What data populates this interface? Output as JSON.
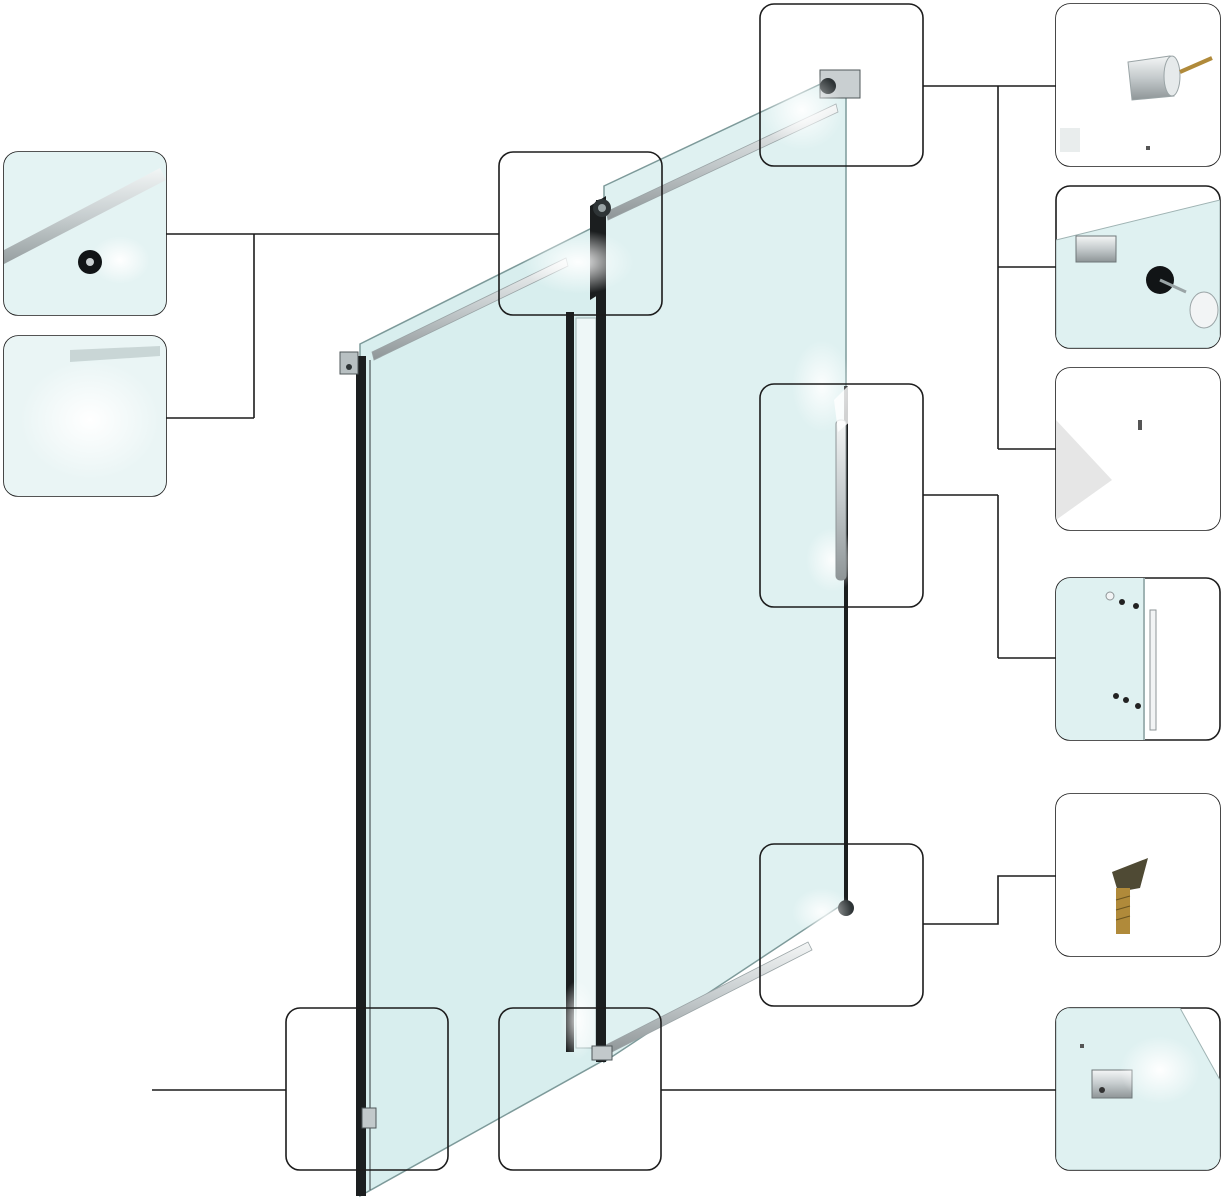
{
  "colors": {
    "glass": "#dff1f1",
    "glass_edge": "#8aa8a8",
    "frame": "#1b1e1f",
    "metal": "#c9cfd1",
    "brass": "#b08a3a",
    "line": "#1c1c1c",
    "background": "#ffffff"
  },
  "components": [
    {
      "name": "fixed-glass-panel",
      "icon": "glass-panel-icon"
    },
    {
      "name": "sliding-glass-door",
      "icon": "glass-panel-icon"
    },
    {
      "name": "top-roller-wheel",
      "icon": "roller-wheel-icon"
    },
    {
      "name": "wall-bracket",
      "icon": "bracket-icon"
    },
    {
      "name": "door-handle",
      "icon": "handle-icon"
    },
    {
      "name": "end-stopper",
      "icon": "stopper-icon"
    },
    {
      "name": "floor-guide",
      "icon": "floor-guide-icon"
    },
    {
      "name": "wall-clamp",
      "icon": "clamp-icon"
    }
  ]
}
